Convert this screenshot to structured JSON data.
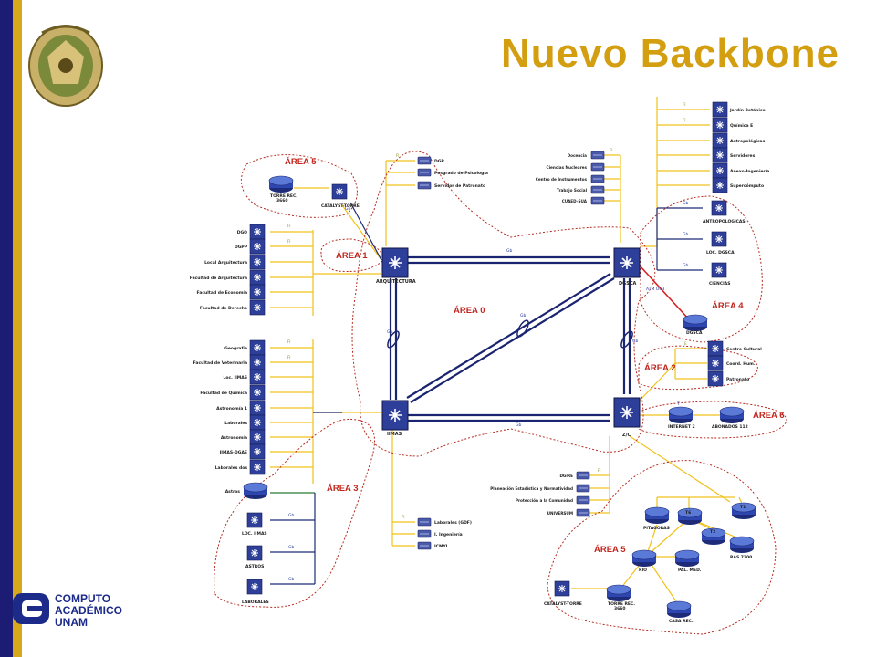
{
  "title": "Nuevo Backbone",
  "logo_text": {
    "line1": "COMPUTO",
    "line2": "ACADÉMICO",
    "line3": "UNAM"
  },
  "areas": [
    "ÁREA 0",
    "ÁREA 1",
    "ÁREA 2",
    "ÁREA 3",
    "ÁREA 4",
    "ÁREA 5",
    "ÁREA 6",
    "ÁREA 5"
  ],
  "core_nodes": [
    "ARQUITECTURA",
    "DGSCA",
    "IIMAS",
    "Z/C"
  ],
  "links": {
    "gb": "Gb",
    "fi": "FI",
    "e": "E",
    "atm": "ATM OC3",
    "t": "T"
  },
  "area5_top": {
    "catalyst": "CATALYST-TORRE",
    "router_line1": "TORRE REC.",
    "router_line2": "3660"
  },
  "top_center_list": [
    "DGP",
    "Posgrado de Psicología",
    "Servidor de Patronato"
  ],
  "dgsca_left_list": [
    "Docencia",
    "Ciencias Nucleares",
    "Centro de Instrumentos",
    "Trabajo Social",
    "CUAED-SUA"
  ],
  "dgsca_right_list": [
    "Jardín Botánico",
    "Química E",
    "Antropológicas",
    "Servidores",
    "Anexo-Ingeniería",
    "Supercómputo"
  ],
  "area4_nodes": [
    "ANTROPOLOGICAS",
    "LOC. DGSCA",
    "CIENCIAS",
    "DGSCA"
  ],
  "arq_list": [
    "DGO",
    "DGPP",
    "Local Arquitectura",
    "Facultad de Arquitectura",
    "Facultad de Economía",
    "Facultad de Derecho"
  ],
  "iimas_list": [
    "Geografía",
    "Facultad de Veterinaria",
    "Loc. IIMAS",
    "Facultad de Química",
    "Astronomía 1",
    "Laborales",
    "Astronomía",
    "IIMAS-DGAE",
    "Laborales dos"
  ],
  "area3_nodes": [
    "Astros",
    "LOC. IIMAS",
    "ASTROS",
    "LABORALES"
  ],
  "iimas_bottom_list": [
    "Laborales (GDF)",
    "I. Ingeniería",
    "ICMYL"
  ],
  "area2_list": [
    "Centro Cultural",
    "Coord. Hum.",
    "Patronato"
  ],
  "area6_nodes": [
    "INTERNET 2",
    "ABONADOS 112"
  ],
  "zc_list": [
    "DGIRE",
    "Planeación Estadística y Normatividad",
    "Protección a la Comunidad",
    "UNIVERSUM"
  ],
  "area5_bottom_nodes": [
    "PITAGORAS",
    "T6",
    "T1",
    "T2",
    "RAS 7200",
    "RIO",
    "PAL. MED.",
    "CATALYST-TORRE",
    "TORRE REC.",
    "3660",
    "CASA REC."
  ]
}
